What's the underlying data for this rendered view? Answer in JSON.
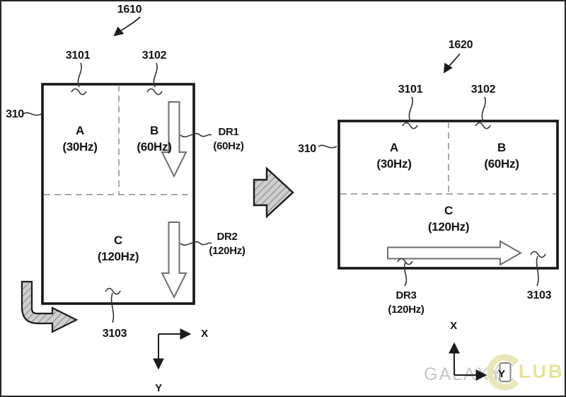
{
  "colors": {
    "line": "#1a1a1a",
    "dash_gray": "#8c8c8c",
    "hollow_arrow_edge": "#6e6e6e",
    "hatch_light": "#d2d2d2",
    "hatch_dark": "#9b9b9b",
    "watermark_gray": "#c7c7c7",
    "watermark_yellow": "#e9e29b"
  },
  "fig_left": {
    "callout": "1610",
    "panel_ref": "310",
    "top_left_ref": "3101",
    "top_right_ref": "3102",
    "bottom_ref": "3103",
    "region_a_name": "A",
    "region_a_rate": "(30Hz)",
    "region_b_name": "B",
    "region_b_rate": "(60Hz)",
    "region_c_name": "C",
    "region_c_rate": "(120Hz)",
    "dr1_name": "DR1",
    "dr1_rate": "(60Hz)",
    "dr2_name": "DR2",
    "dr2_rate": "(120Hz)",
    "axis_x": "X",
    "axis_y": "Y"
  },
  "fig_right": {
    "callout": "1620",
    "panel_ref": "310",
    "top_left_ref": "3101",
    "top_right_ref": "3102",
    "bottom_ref": "3103",
    "region_a_name": "A",
    "region_a_rate": "(30Hz)",
    "region_b_name": "B",
    "region_b_rate": "(60Hz)",
    "region_c_name": "C",
    "region_c_rate": "(120Hz)",
    "dr3_name": "DR3",
    "dr3_rate": "(120Hz)",
    "axis_x": "X",
    "axis_y": "Y"
  },
  "watermark": {
    "text_left": "GALAXY",
    "text_right": "LUB"
  }
}
